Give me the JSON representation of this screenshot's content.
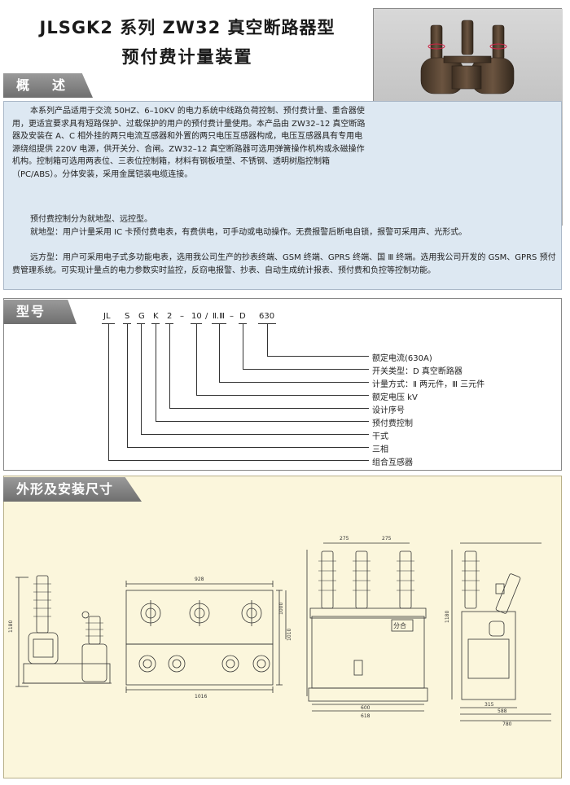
{
  "title": {
    "line1": "JLSGK2 系列 ZW32 真空断路器型",
    "line2": "预付费计量装置"
  },
  "sections": {
    "overview": "概　述",
    "model": "型号",
    "dimensions": "外形及安装尺寸"
  },
  "overview": {
    "p1": "本系列产品适用于交流 50HZ、6–10KV 的电力系统中线路负荷控制、预付费计量、重合器使用，更适宜要求具有短路保护、过载保护的用户的预付费计量使用。本产品由 ZW32–12 真空断路器及安装在 A、C 相外挂的两只电流互感器和外置的两只电压互感器构成，电压互感器具有专用电源绕组提供 220V 电源，供开关分、合闸。ZW32–12 真空断路器可选用弹簧操作机构或永磁操作机构。控制箱可选用两表位、三表位控制箱，材料有钢板喷塑、不锈钢、透明树脂控制箱（PC/ABS）。分体安装，采用金属铠装电缆连接。",
    "p2": "预付费控制分为就地型、远控型。",
    "p3": "就地型：用户计量采用 IC 卡预付费电表，有费供电，可手动或电动操作。无费报警后断电自锁，报警可采用声、光形式。",
    "p4": "远方型：用户可采用电子式多功能电表，选用我公司生产的抄表终端、GSM 终端、GPRS 终端、国 Ⅲ 终端。选用我公司开发的 GSM、GPRS 预付费管理系统。可实现计量点的电力参数实时监控，反窃电报警、抄表、自动生成统计报表、预付费和负控等控制功能。"
  },
  "model_code": {
    "parts": [
      "JL",
      "S",
      "G",
      "K",
      "2",
      "–",
      "10",
      "/",
      "Ⅱ.Ⅲ",
      "–",
      "D",
      "630"
    ],
    "descriptions": [
      "额定电流(630A)",
      "开关类型：D 真空断路器",
      "计量方式：Ⅱ 两元件，Ⅲ 三元件",
      "额定电压 kV",
      "设计序号",
      "预付费控制",
      "干式",
      "三相",
      "组合互感器"
    ]
  },
  "drawing_labels": {
    "side_height": "1180",
    "front_width_top": "928",
    "front_width_bottom": "1016",
    "front_height": "1010",
    "front_h2": "1000",
    "spacing_a": "275",
    "spacing_b": "275",
    "width_1": "600",
    "width_2": "618",
    "right_height": "1180",
    "right_w1": "315",
    "right_w2": "588",
    "right_w3": "780",
    "plate_text": "分合"
  }
}
